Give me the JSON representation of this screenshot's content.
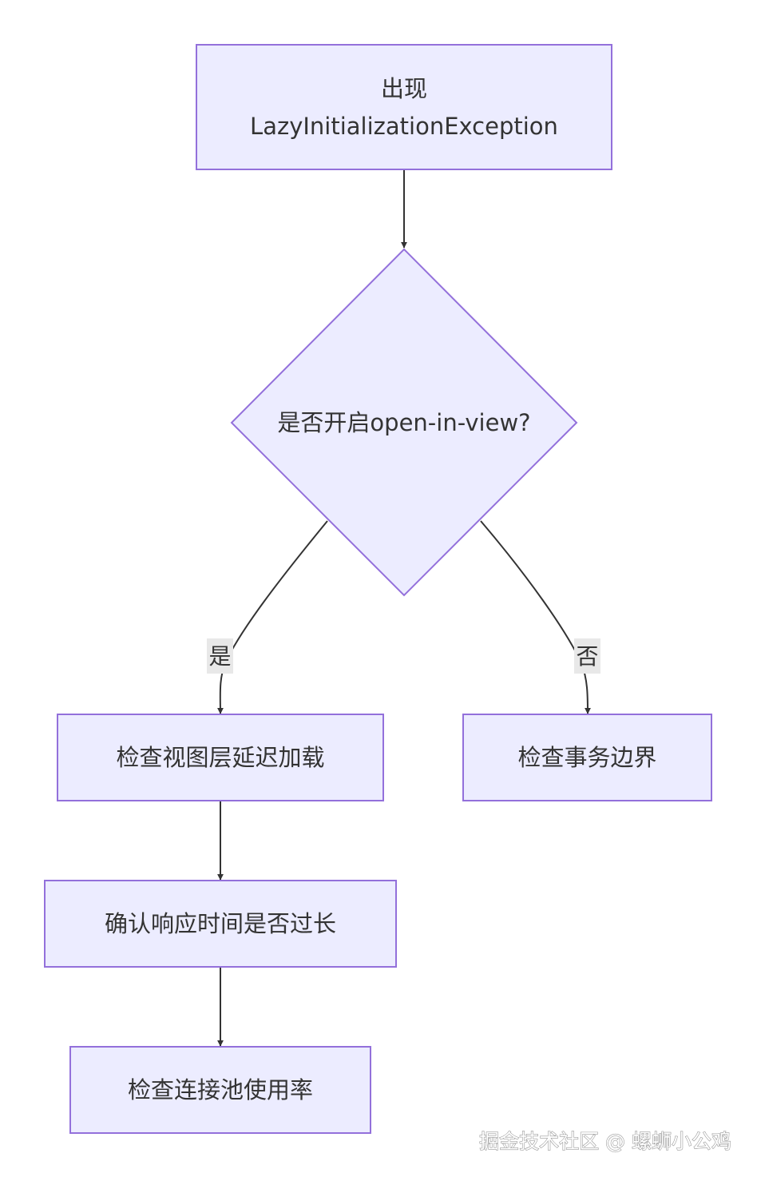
{
  "nodes": {
    "start": {
      "line1": "出现",
      "line2": "LazyInitializationException"
    },
    "decision": {
      "label": "是否开启open-in-view?"
    },
    "check_view_lazy": {
      "label": "检查视图层延迟加载"
    },
    "check_tx_boundary": {
      "label": "检查事务边界"
    },
    "check_response_time": {
      "label": "确认响应时间是否过长"
    },
    "check_pool_usage": {
      "label": "检查连接池使用率"
    }
  },
  "edges": {
    "yes_label": "是",
    "no_label": "否"
  },
  "watermark": "掘金技术社区 @ 螺蛳小公鸡",
  "colors": {
    "node_fill": "#ECECFF",
    "node_stroke": "#9370DB",
    "edge_stroke": "#333333",
    "edge_label_bg": "#E8E8E8"
  }
}
